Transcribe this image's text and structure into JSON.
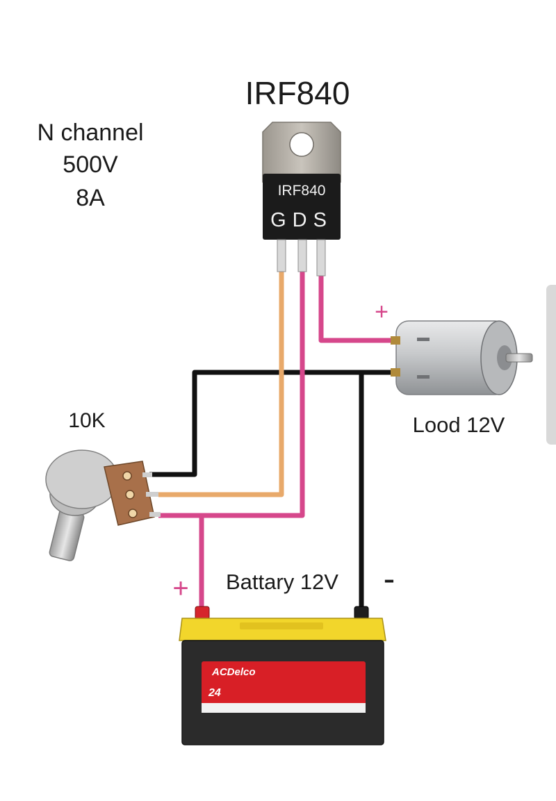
{
  "title": "IRF840",
  "specs": [
    "N channel",
    "500V",
    "8A"
  ],
  "mosfet": {
    "part_label": "IRF840",
    "pin_label": "GDS"
  },
  "potentiometer": {
    "label": "10K"
  },
  "motor": {
    "label": "Lood 12V",
    "plus_sign": "+"
  },
  "battery": {
    "label": "Battary 12V",
    "plus_sign": "+",
    "minus_sign": "-",
    "brand": "ACDelco",
    "model": "24"
  },
  "colors": {
    "gate_wire": "#e8a96a",
    "drain_wire": "#d6478b",
    "source_wire": "#d6478b",
    "ground_wire": "#111111",
    "battery_top": "#f2d62b",
    "battery_body": "#2b2b2b",
    "battery_label": "#d81f26",
    "mosfet_body": "#1b1b1b",
    "mosfet_tab": "#b3aea6",
    "pot_body": "#a8704a",
    "motor_body": "#c9cbcd",
    "plus_sign": "#d6478b"
  }
}
